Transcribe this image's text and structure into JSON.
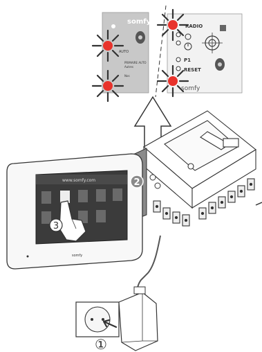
{
  "panel_left": {
    "brand": "somfy",
    "labels": [
      "AUTO",
      "PRIMAIRE AUTO",
      "Autres",
      "Nos"
    ]
  },
  "panel_right": {
    "radio_label": "RADIO",
    "p1_label": "P1",
    "reset_label": "RESET",
    "brand": "somfy"
  },
  "monitor": {
    "header_text": "www.somfy.com",
    "brand": "somfy"
  },
  "steps": {
    "step1": "①",
    "step2": "2",
    "step3": "3"
  },
  "colors": {
    "panel_gray": "#c8c8c8",
    "led_red": "#e8322b",
    "screen_dark": "#3b3b3b",
    "highlight_gray": "#8a8a8a"
  }
}
